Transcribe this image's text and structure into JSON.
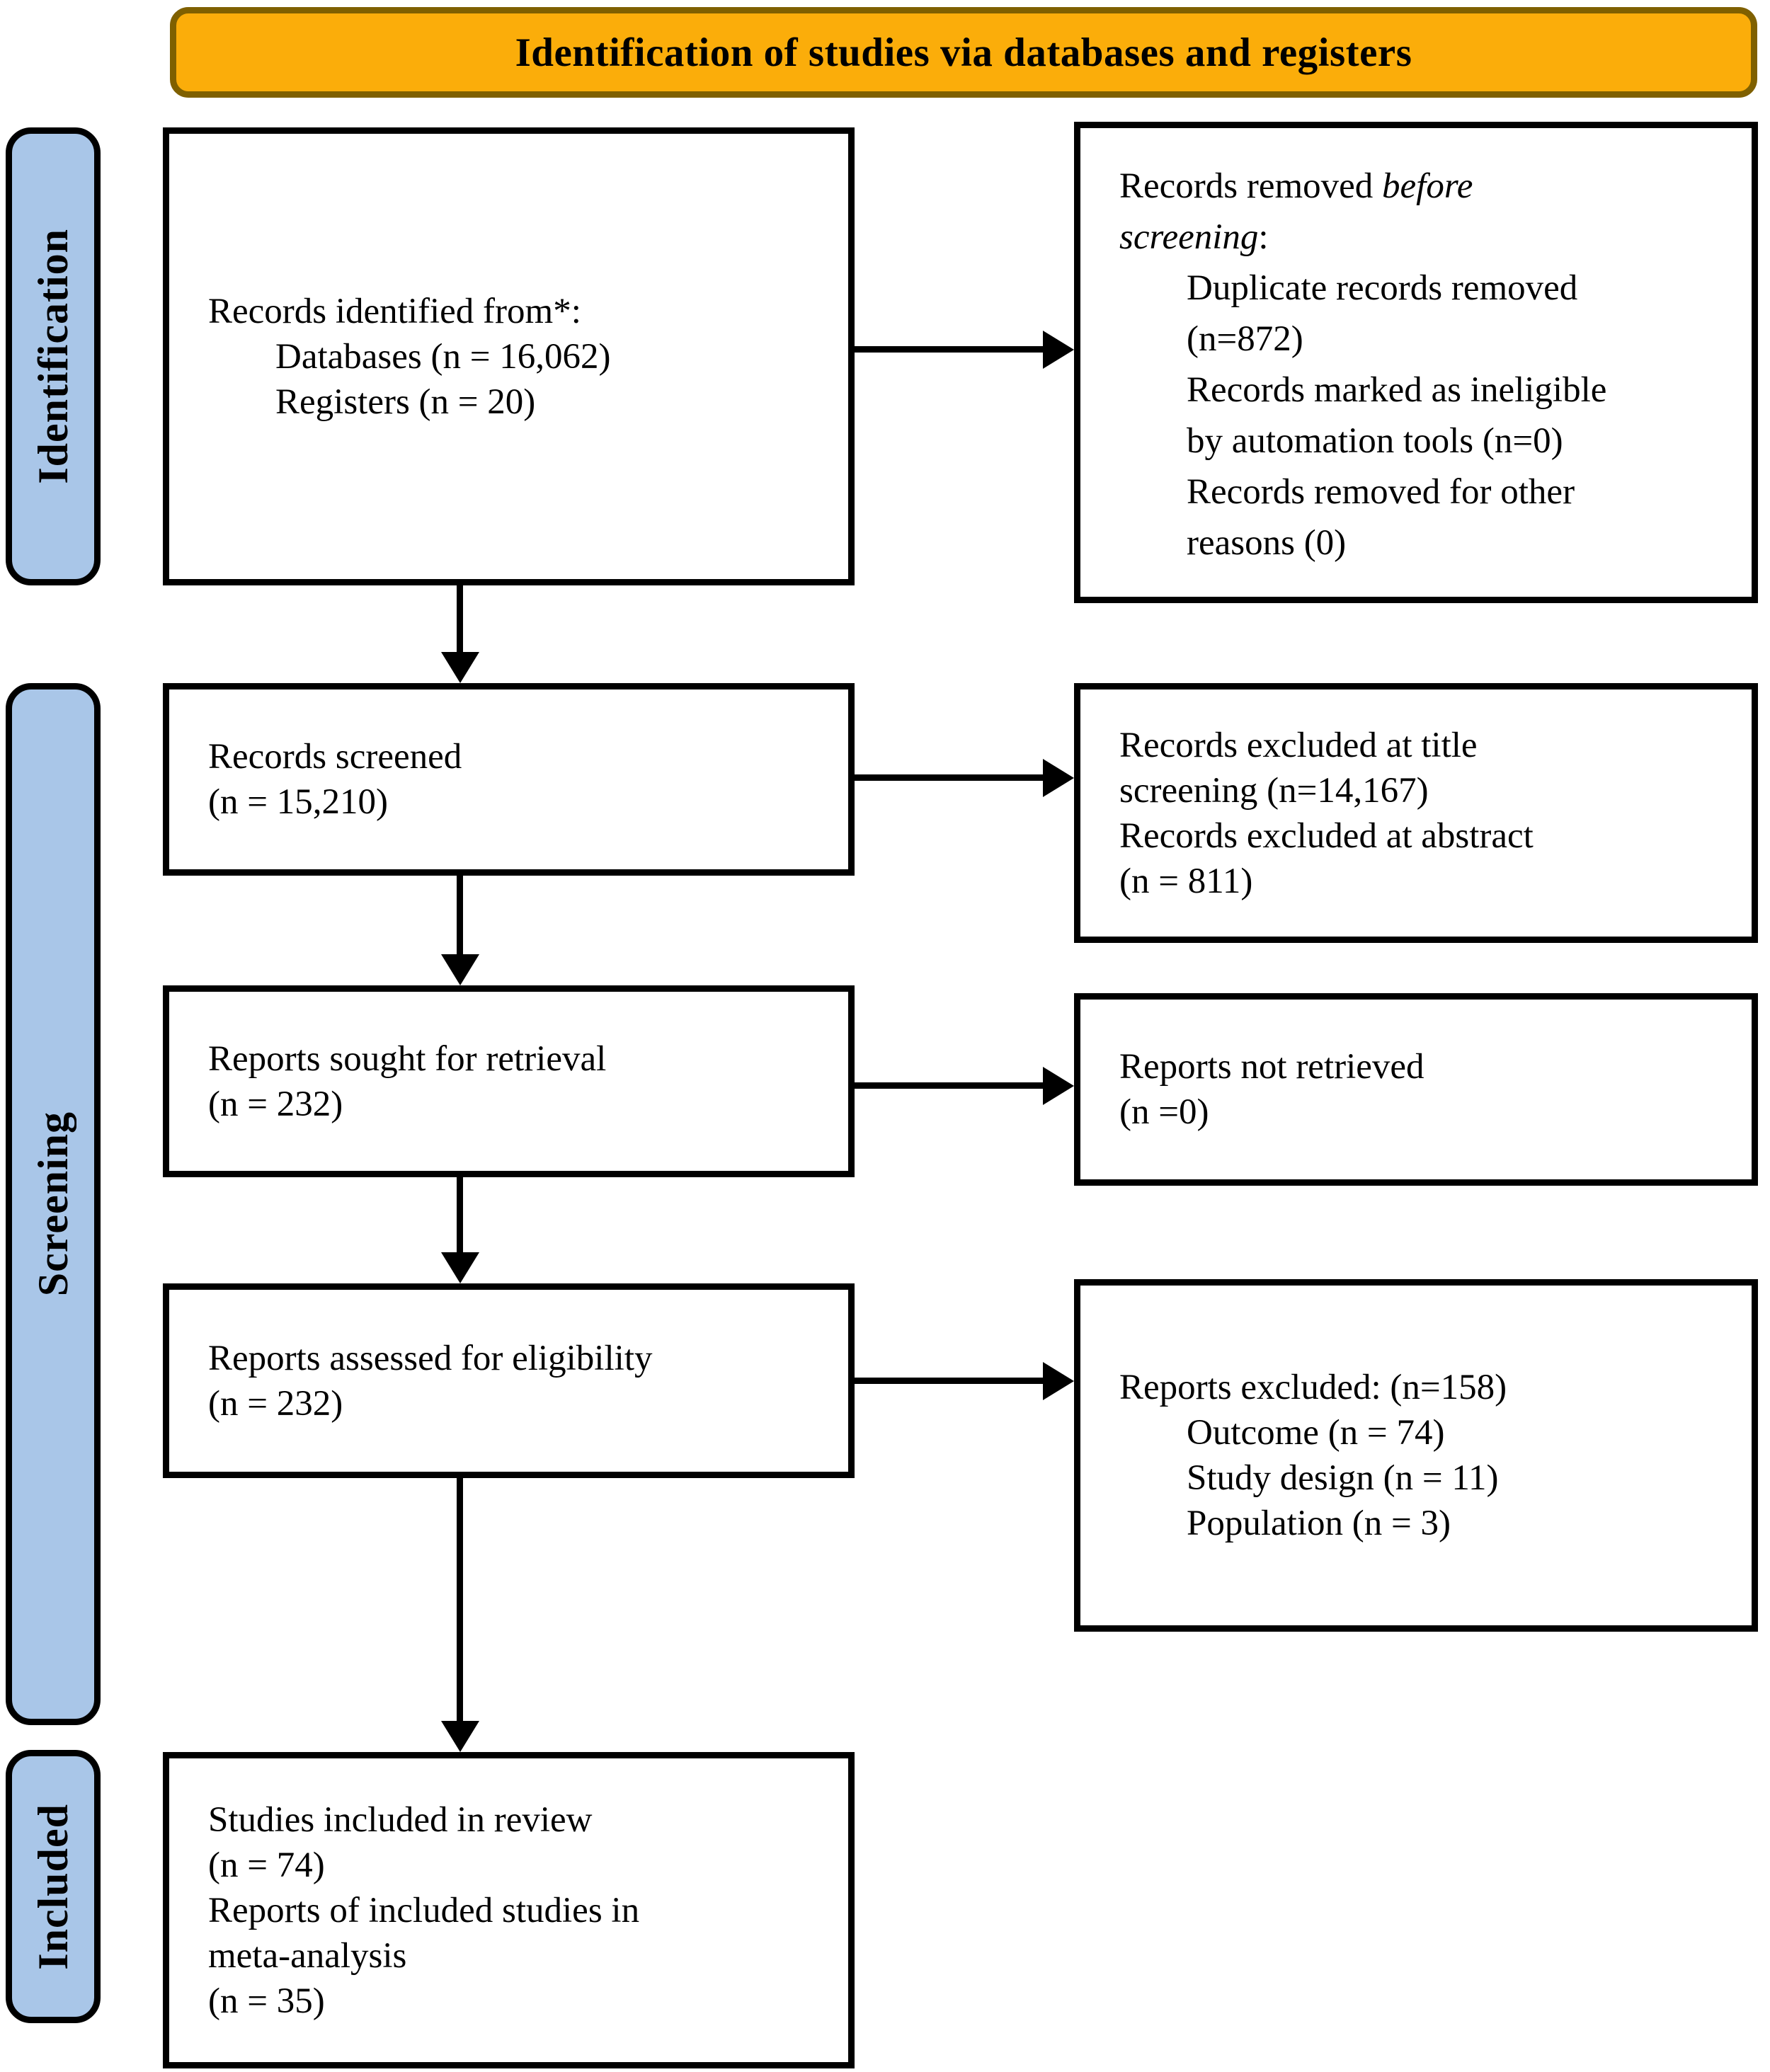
{
  "banner": {
    "title": "Identification of studies via databases and registers"
  },
  "stages": {
    "identification": "Identification",
    "screening": "Screening",
    "included": "Included"
  },
  "boxes": {
    "records_identified": {
      "lines": [
        "Records identified from*:",
        "Databases (n = 16,062)",
        "Registers (n = 20)"
      ]
    },
    "records_removed": {
      "intro_line1_text": "Records removed ",
      "intro_line1_italic": "before",
      "intro_line2_italic": "screening",
      "intro_line2_suffix": ":",
      "item_lines": [
        "Duplicate records removed",
        "(n=872)",
        "Records marked as ineligible",
        "by automation tools (n=0)",
        "Records removed for other",
        "reasons (0)"
      ]
    },
    "records_screened": {
      "lines": [
        "Records screened",
        "(n = 15,210)"
      ]
    },
    "records_excluded": {
      "lines": [
        "Records excluded at title",
        "screening (n=14,167)",
        "Records excluded at abstract",
        "(n = 811)"
      ]
    },
    "reports_sought": {
      "lines": [
        "Reports sought for retrieval",
        "(n = 232)"
      ]
    },
    "reports_not_retrieved": {
      "lines": [
        "Reports not retrieved",
        "(n =0)"
      ]
    },
    "reports_assessed": {
      "lines": [
        "Reports assessed for eligibility",
        "(n = 232)"
      ]
    },
    "reports_excluded": {
      "intro": "Reports excluded: (n=158)",
      "item_lines": [
        "Outcome (n = 74)",
        "Study design (n = 11)",
        "Population (n = 3)"
      ]
    },
    "studies_included": {
      "lines": [
        "Studies included in review",
        "(n = 74)",
        "Reports of included studies in",
        "meta-analysis",
        "(n = 35)"
      ]
    }
  },
  "colors": {
    "banner_fill": "#FBAD0A",
    "banner_border": "#7F6000",
    "stage_fill": "#A9C6E8",
    "box_border": "#000000",
    "arrow_color": "#000000"
  }
}
